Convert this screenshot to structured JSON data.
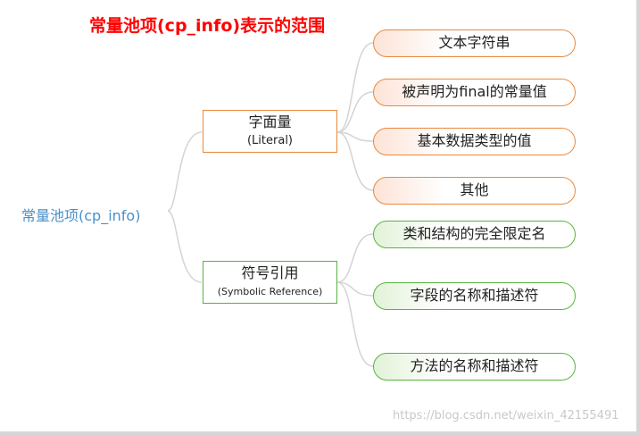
{
  "title": "常量池项(cp_info)表示的范围",
  "root": "常量池项(cp_info)",
  "branches": [
    {
      "label": "字面量",
      "sublabel": "(Literal)",
      "color": "#e8893d",
      "items": [
        "文本字符串",
        "被声明为final的常量值",
        "基本数据类型的值",
        "其他"
      ]
    },
    {
      "label": "符号引用",
      "sublabel": "(Symbolic Reference)",
      "color": "#58b33f",
      "items": [
        "类和结构的完全限定名",
        "字段的名称和描述符",
        "方法的名称和描述符"
      ]
    }
  ],
  "watermark": "https://blog.csdn.net/weixin_42155491"
}
